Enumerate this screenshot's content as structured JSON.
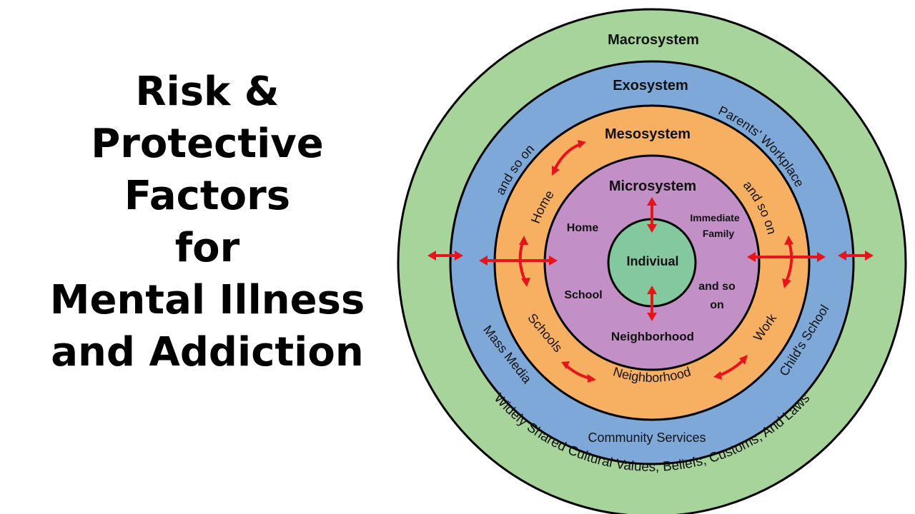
{
  "title": {
    "lines": [
      "Risk &",
      "Protective",
      "Factors",
      "for",
      "Mental Illness",
      "and Addiction"
    ]
  },
  "diagram": {
    "colors": {
      "macrosystem": "#a7d49b",
      "exosystem": "#7ea8d8",
      "mesosystem": "#f7b062",
      "microsystem": "#c28fc6",
      "individual": "#84c8a0",
      "arrow": "#e8141b",
      "stroke": "#000000"
    },
    "macrosystem": {
      "name": "Macrosystem",
      "description": "Widely Shared Cultural Values, Beliefs, Customs, And Laws"
    },
    "exosystem": {
      "name": "Exosystem",
      "and_so_on": "and so on",
      "parents_workplace": "Parents' Workplace",
      "mass_media": "Mass Media",
      "childs_school": "Child's School",
      "community_services": "Community Services"
    },
    "mesosystem": {
      "name": "Mesosystem",
      "home": "Home",
      "and_so_on": "and so on",
      "schools": "Schools",
      "work": "Work",
      "neighborhood": "Neighborhood"
    },
    "microsystem": {
      "name": "Microsystem",
      "home": "Home",
      "immediate_family_1": "Immediate",
      "immediate_family_2": "Family",
      "school": "School",
      "and_so_on_1": "and so",
      "and_so_on_2": "on",
      "neighborhood": "Neighborhood"
    },
    "individual": {
      "name": "Indiviual"
    }
  }
}
